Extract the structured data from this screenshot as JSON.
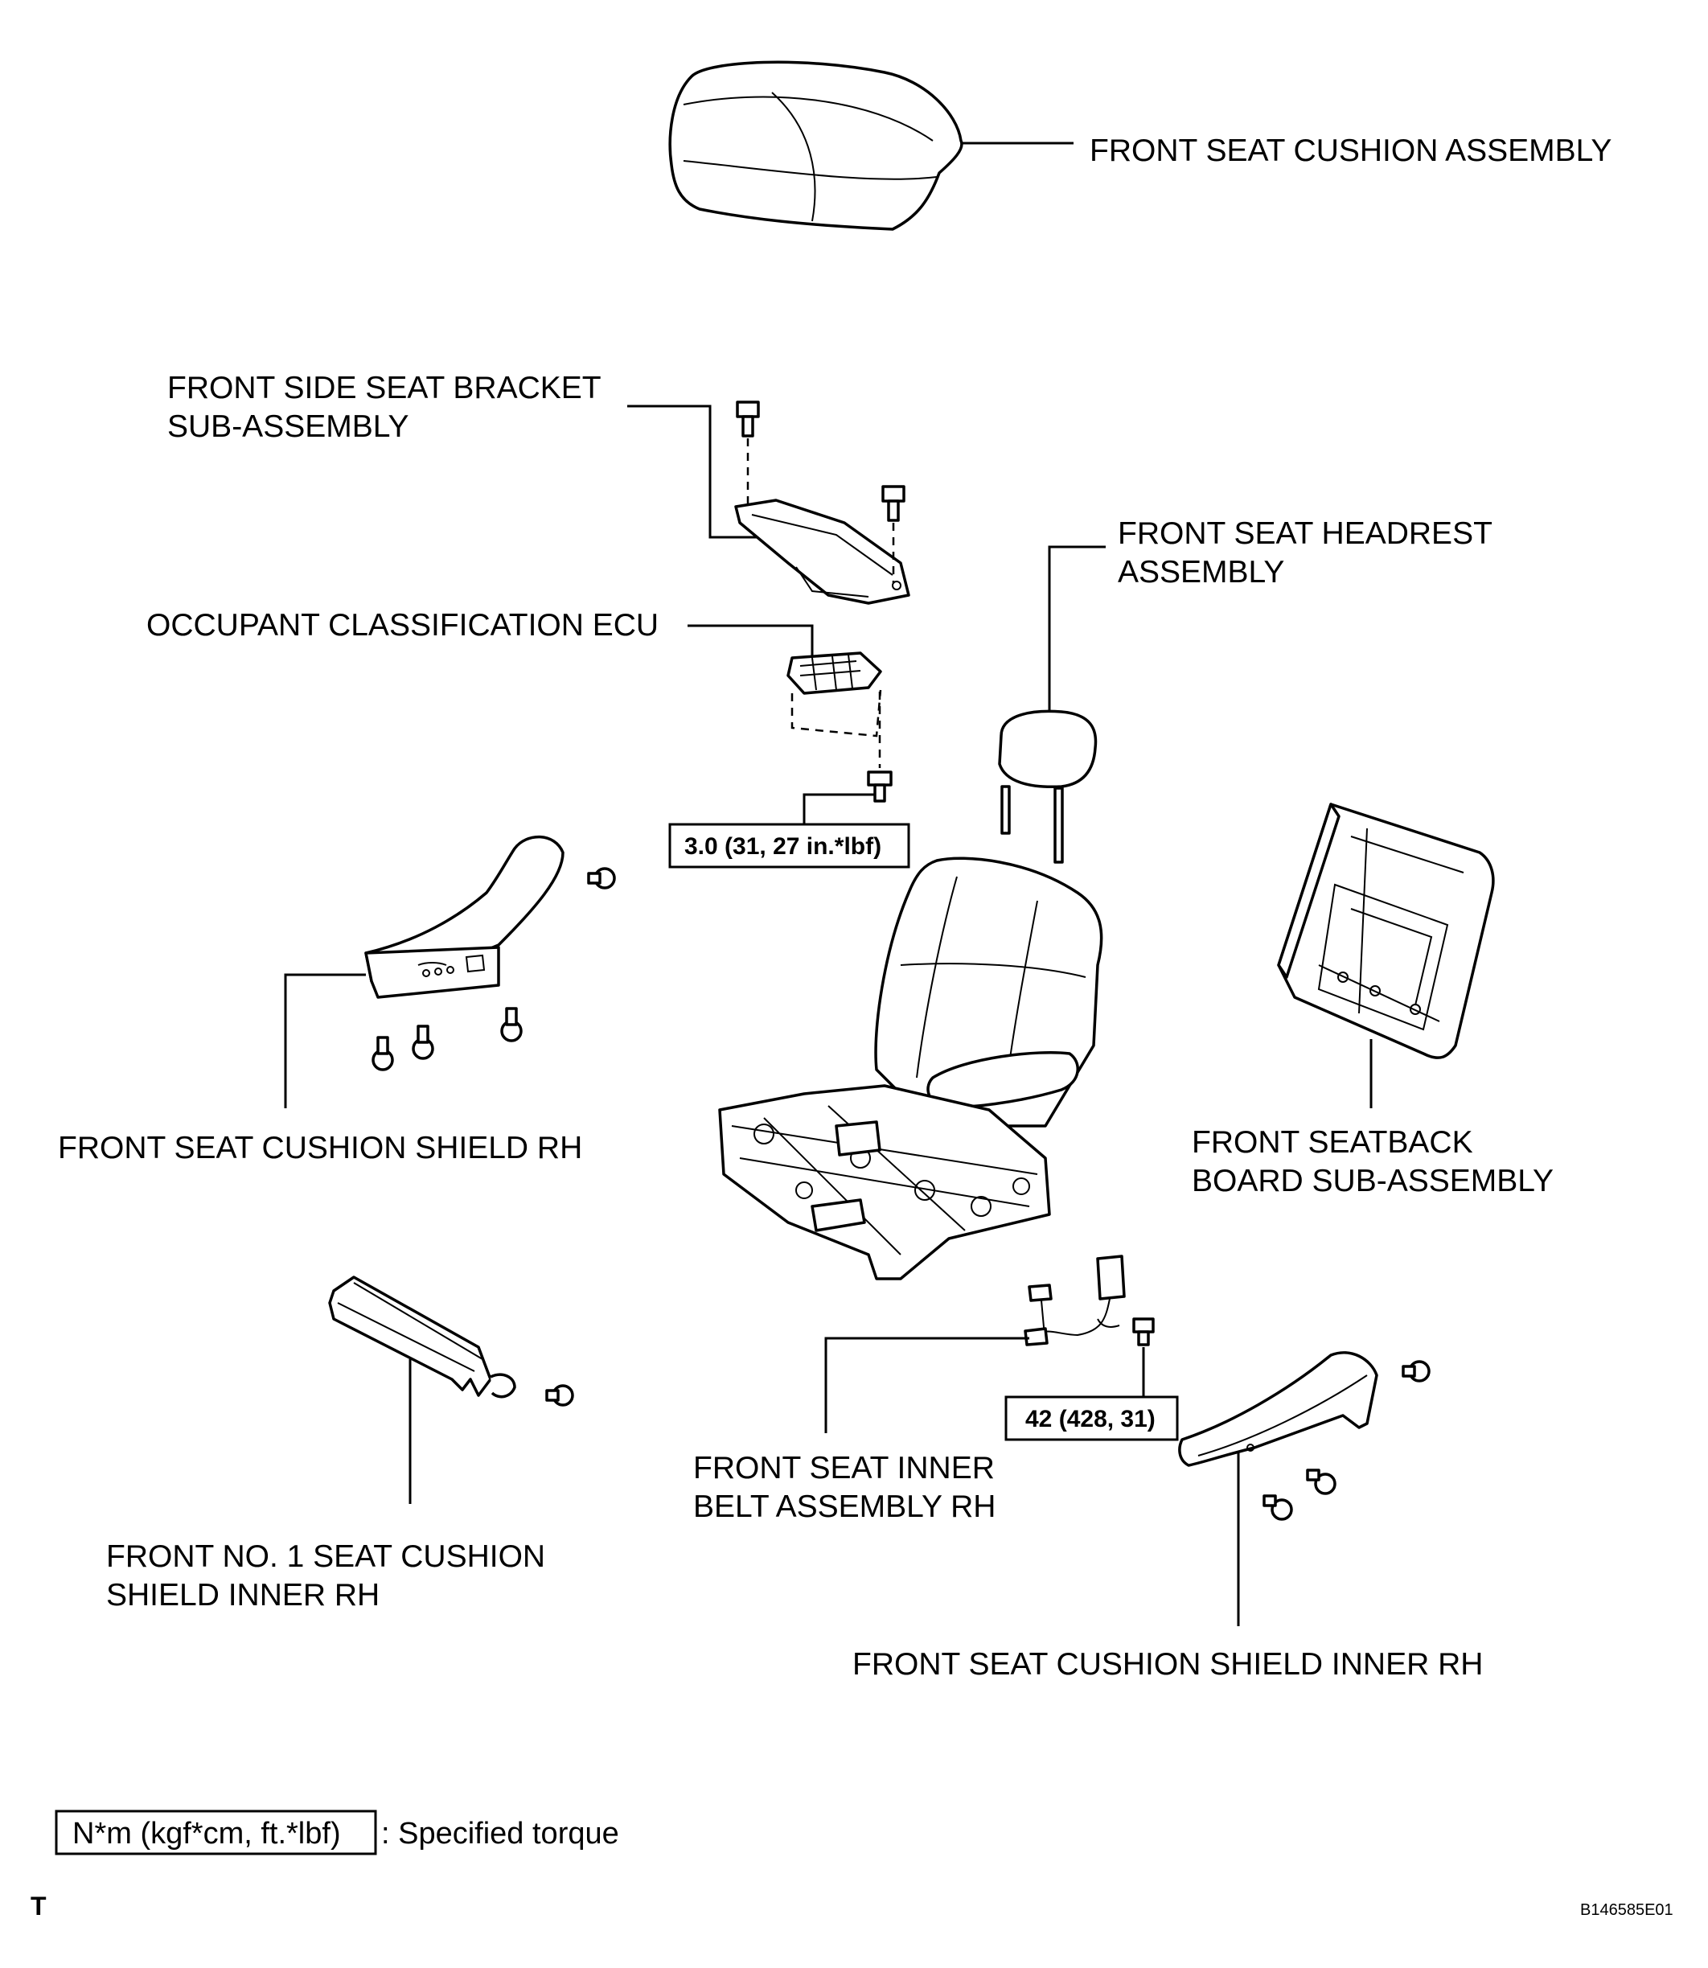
{
  "labels": {
    "cushion_assembly": "FRONT SEAT CUSHION ASSEMBLY",
    "bracket_line1": "FRONT SIDE SEAT BRACKET",
    "bracket_line2": "SUB-ASSEMBLY",
    "ecu": "OCCUPANT CLASSIFICATION ECU",
    "headrest_line1": "FRONT SEAT HEADREST",
    "headrest_line2": "ASSEMBLY",
    "shield_rh": "FRONT SEAT CUSHION SHIELD RH",
    "seatback_line1": "FRONT SEATBACK",
    "seatback_line2": "BOARD SUB-ASSEMBLY",
    "no1_shield_line1": "FRONT NO. 1 SEAT CUSHION",
    "no1_shield_line2": "SHIELD INNER RH",
    "inner_belt_line1": "FRONT SEAT INNER",
    "inner_belt_line2": "BELT ASSEMBLY RH",
    "shield_inner_rh": "FRONT SEAT CUSHION SHIELD INNER RH"
  },
  "torques": {
    "ecu_bolt": "3.0 (31, 27 in.*lbf)",
    "belt_bolt": "42 (428, 31)"
  },
  "legend": {
    "box_text": "N*m (kgf*cm, ft.*lbf)",
    "description": ": Specified torque"
  },
  "footer": {
    "corner_mark": "T",
    "figure_code": "B146585E01"
  }
}
